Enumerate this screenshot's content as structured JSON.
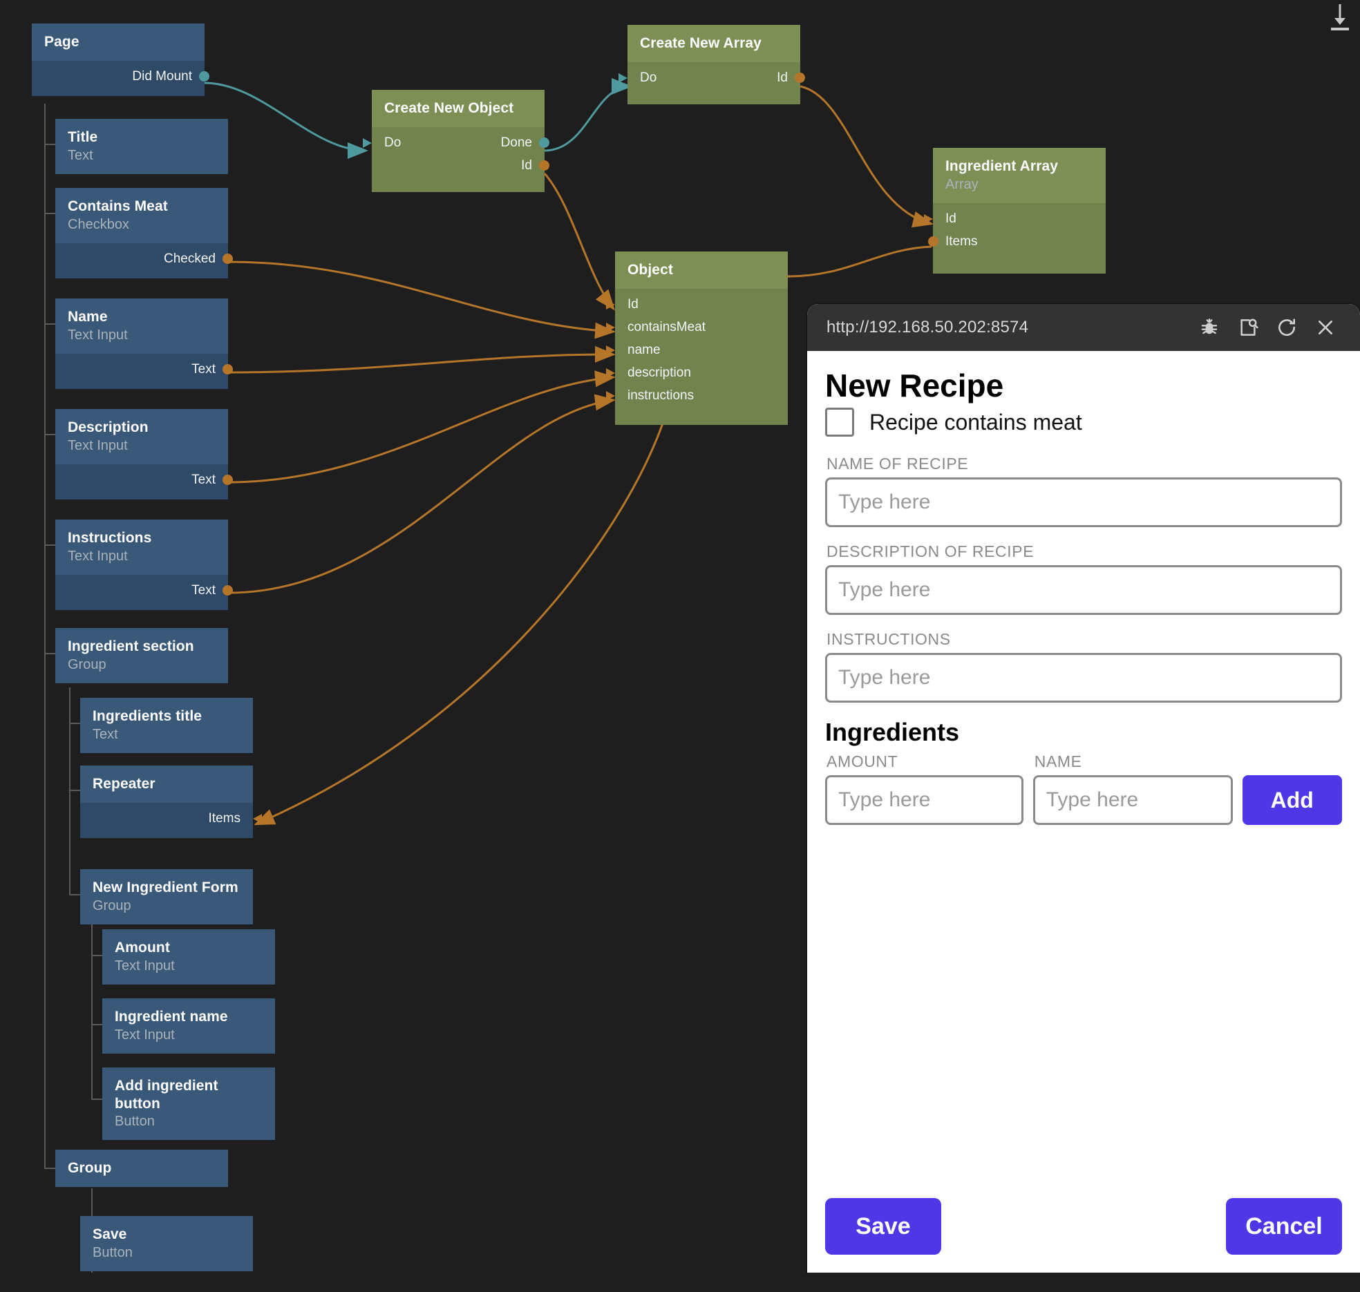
{
  "app": {
    "background": "#1e1e1e",
    "accent": "#4f37e8",
    "signal_color": "#4e9a9e",
    "data_color": "#b5762a",
    "node_blue_head": "#3a5877",
    "node_blue_body": "#2f4a66",
    "node_green_head": "#7d8f55",
    "node_green_body": "#72834e"
  },
  "download_indicator": {
    "icon": "download-icon"
  },
  "nodes": {
    "page": {
      "title": "Page",
      "subtitle": "",
      "ports_out": [
        "Did Mount"
      ],
      "ports_in": []
    },
    "title": {
      "title": "Title",
      "subtitle": "Text",
      "ports_out": [],
      "ports_in": []
    },
    "contains_meat": {
      "title": "Contains Meat",
      "subtitle": "Checkbox",
      "ports_out": [
        "Checked"
      ],
      "ports_in": []
    },
    "name": {
      "title": "Name",
      "subtitle": "Text Input",
      "ports_out": [
        "Text"
      ],
      "ports_in": []
    },
    "description": {
      "title": "Description",
      "subtitle": "Text Input",
      "ports_out": [
        "Text"
      ],
      "ports_in": []
    },
    "instructions": {
      "title": "Instructions",
      "subtitle": "Text Input",
      "ports_out": [
        "Text"
      ],
      "ports_in": []
    },
    "ingredient_sec": {
      "title": "Ingredient section",
      "subtitle": "Group",
      "ports_out": [],
      "ports_in": []
    },
    "ingredients_ttl": {
      "title": "Ingredients title",
      "subtitle": "Text",
      "ports_out": [],
      "ports_in": []
    },
    "repeater": {
      "title": "Repeater",
      "subtitle": "",
      "ports_out": [],
      "ports_in": [
        "Items"
      ]
    },
    "new_ing_form": {
      "title": "New Ingredient Form",
      "subtitle": "Group",
      "ports_out": [],
      "ports_in": []
    },
    "amount": {
      "title": "Amount",
      "subtitle": "Text Input",
      "ports_out": [],
      "ports_in": []
    },
    "ingredient_name": {
      "title": "Ingredient name",
      "subtitle": "Text Input",
      "ports_out": [],
      "ports_in": []
    },
    "add_ing_btn": {
      "title": "Add ingredient button",
      "subtitle": "Button",
      "ports_out": [],
      "ports_in": []
    },
    "group": {
      "title": "Group",
      "subtitle": "",
      "ports_out": [],
      "ports_in": []
    },
    "save": {
      "title": "Save",
      "subtitle": "Button",
      "ports_out": [],
      "ports_in": []
    },
    "create_object": {
      "title": "Create New Object",
      "subtitle": "",
      "ports_in": [
        "Do"
      ],
      "ports_out": [
        "Done",
        "Id"
      ]
    },
    "create_array": {
      "title": "Create New Array",
      "subtitle": "",
      "ports_in": [
        "Do"
      ],
      "ports_out": [
        "Id"
      ]
    },
    "ingredient_array": {
      "title": "Ingredient Array",
      "subtitle": "Array",
      "ports_in": [
        "Id",
        "Items"
      ],
      "ports_out": []
    },
    "object": {
      "title": "Object",
      "subtitle": "",
      "ports_in": [
        "Id",
        "containsMeat",
        "name",
        "description",
        "instructions"
      ],
      "ports_out": []
    }
  },
  "preview": {
    "url": "http://192.168.50.202:8574",
    "toolbar": [
      {
        "name": "debug-bug-icon",
        "label": "Debug"
      },
      {
        "name": "inspect-page-icon",
        "label": "Inspect"
      },
      {
        "name": "reload-icon",
        "label": "Reload"
      },
      {
        "name": "close-icon",
        "label": "Close"
      }
    ],
    "heading": "New Recipe",
    "checkbox": {
      "label": "Recipe contains meat",
      "checked": false
    },
    "fields": [
      {
        "label": "NAME OF RECIPE",
        "value": "",
        "placeholder": "Type here"
      },
      {
        "label": "DESCRIPTION OF RECIPE",
        "value": "",
        "placeholder": "Type here"
      },
      {
        "label": "INSTRUCTIONS",
        "value": "",
        "placeholder": "Type here"
      }
    ],
    "ingredients": {
      "heading": "Ingredients",
      "amount_label": "AMOUNT",
      "amount_placeholder": "Type here",
      "amount_value": "",
      "name_label": "NAME",
      "name_placeholder": "Type here",
      "name_value": "",
      "add_label": "Add"
    },
    "footer": {
      "save_label": "Save",
      "cancel_label": "Cancel"
    }
  }
}
